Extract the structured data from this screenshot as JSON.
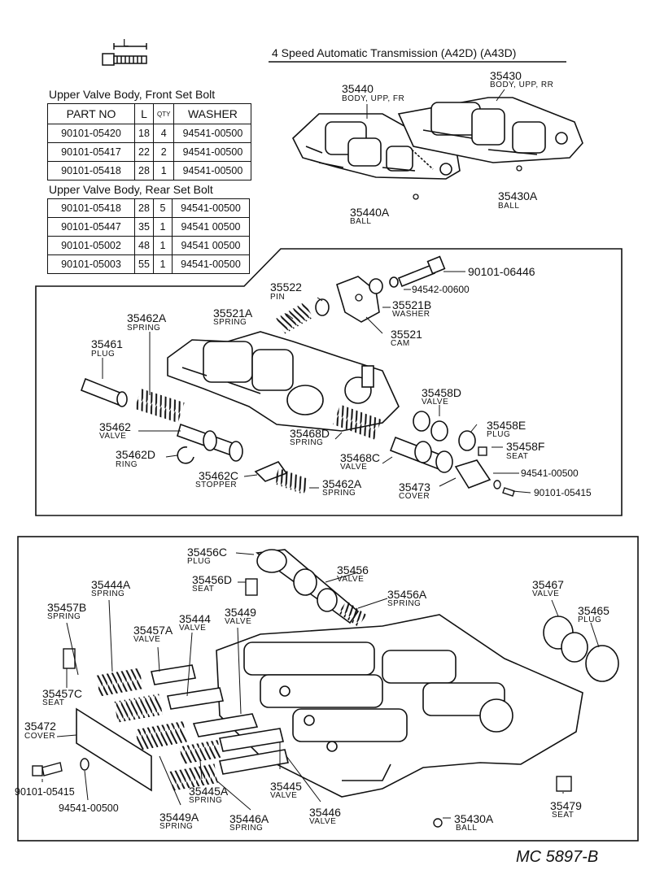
{
  "header": {
    "l_label": "L",
    "title": "4 Speed Automatic Transmission (A42D) (A43D)"
  },
  "table_front": {
    "title": "Upper Valve Body, Front Set Bolt",
    "columns": [
      "PART NO",
      "L",
      "QTY",
      "WASHER"
    ],
    "rows": [
      [
        "90101-05420",
        "18",
        "4",
        "94541-00500"
      ],
      [
        "90101-05417",
        "22",
        "2",
        "94541-00500"
      ],
      [
        "90101-05418",
        "28",
        "1",
        "94541-00500"
      ]
    ]
  },
  "table_rear": {
    "title": "Upper Valve Body, Rear Set Bolt",
    "rows": [
      [
        "90101-05418",
        "28",
        "5",
        "94541-00500"
      ],
      [
        "90101-05447",
        "35",
        "1",
        "94541 00500"
      ],
      [
        "90101-05002",
        "48",
        "1",
        "94541 00500"
      ],
      [
        "90101-05003",
        "55",
        "1",
        "94541-00500"
      ]
    ]
  },
  "top_labels": {
    "p35440": "35440",
    "p35440_sub": "BODY, UPP, FR",
    "p35430": "35430",
    "p35430_sub": "BODY, UPP, RR",
    "p35440a": "35440A",
    "p35440a_sub": "BALL",
    "p35430a": "35430A",
    "p35430a_sub": "BALL"
  },
  "mid_labels": {
    "p90101_06446": "90101-06446",
    "p94542_00600": "94542-00600",
    "p35522": "35522",
    "p35522_sub": "PIN",
    "p35521a": "35521A",
    "p35521a_sub": "SPRING",
    "p35521b": "35521B",
    "p35521b_sub": "WASHER",
    "p35521": "35521",
    "p35521_sub": "CAM",
    "p35462a": "35462A",
    "p35462a_sub": "SPRING",
    "p35461": "35461",
    "p35461_sub": "PLUG",
    "p35462": "35462",
    "p35462_sub": "VALVE",
    "p35462d": "35462D",
    "p35462d_sub": "RING",
    "p35462c": "35462C",
    "p35462c_sub": "STOPPER",
    "p35462a2": "35462A",
    "p35462a2_sub": "SPRING",
    "p35458d": "35458D",
    "p35458d_sub": "VALVE",
    "p35458e": "35458E",
    "p35458e_sub": "PLUG",
    "p35458f": "35458F",
    "p35458f_sub": "SEAT",
    "p35468d": "35468D",
    "p35468d_sub": "SPRING",
    "p35468c": "35468C",
    "p35468c_sub": "VALVE",
    "p94541_00500": "94541-00500",
    "p35473": "35473",
    "p35473_sub": "COVER",
    "p90101_05415": "90101-05415"
  },
  "bottom_labels": {
    "p35456c": "35456C",
    "p35456c_sub": "PLUG",
    "p35456d": "35456D",
    "p35456d_sub": "SEAT",
    "p35456": "35456",
    "p35456_sub": "VALVE",
    "p35456a": "35456A",
    "p35456a_sub": "SPRING",
    "p35467": "35467",
    "p35467_sub": "VALVE",
    "p35465": "35465",
    "p35465_sub": "PLUG",
    "p35444a": "35444A",
    "p35444a_sub": "SPRING",
    "p35457b": "35457B",
    "p35457b_sub": "SPRING",
    "p35457a": "35457A",
    "p35457a_sub": "VALVE",
    "p35444": "35444",
    "p35444_sub": "VALVE",
    "p35449": "35449",
    "p35449_sub": "VALVE",
    "p35457c": "35457C",
    "p35457c_sub": "SEAT",
    "p35472": "35472",
    "p35472_sub": "COVER",
    "p90101_05415": "90101-05415",
    "p94541_00500": "94541-00500",
    "p35445a": "35445A",
    "p35445a_sub": "SPRING",
    "p35445": "35445",
    "p35445_sub": "VALVE",
    "p35446": "35446",
    "p35446_sub": "VALVE",
    "p35430a": "35430A",
    "p35430a_sub": "BALL",
    "p35479": "35479",
    "p35479_sub": "SEAT",
    "p35449a": "35449A",
    "p35449a_sub": "SPRING",
    "p35446a": "35446A",
    "p35446a_sub": "SPRING"
  },
  "footer": {
    "code": "MC 5897-B"
  }
}
